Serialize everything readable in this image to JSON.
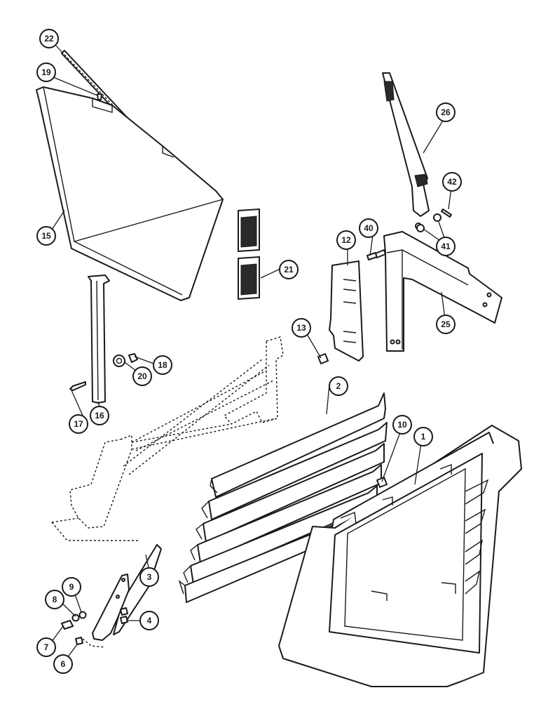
{
  "diagram": {
    "colors": {
      "line": "#1a1a1a",
      "paper": "#ffffff"
    },
    "callouts": {
      "c1": "1",
      "c2": "2",
      "c3": "3",
      "c4": "4",
      "c6": "6",
      "c7": "7",
      "c8": "8",
      "c9": "9",
      "c10": "10",
      "c12": "12",
      "c13": "13",
      "c15": "15",
      "c16": "16",
      "c17": "17",
      "c18": "18",
      "c19": "19",
      "c20": "20",
      "c21": "21",
      "c22": "22",
      "c25": "25",
      "c26": "26",
      "c40": "40",
      "c41": "41",
      "c42": "42"
    }
  }
}
